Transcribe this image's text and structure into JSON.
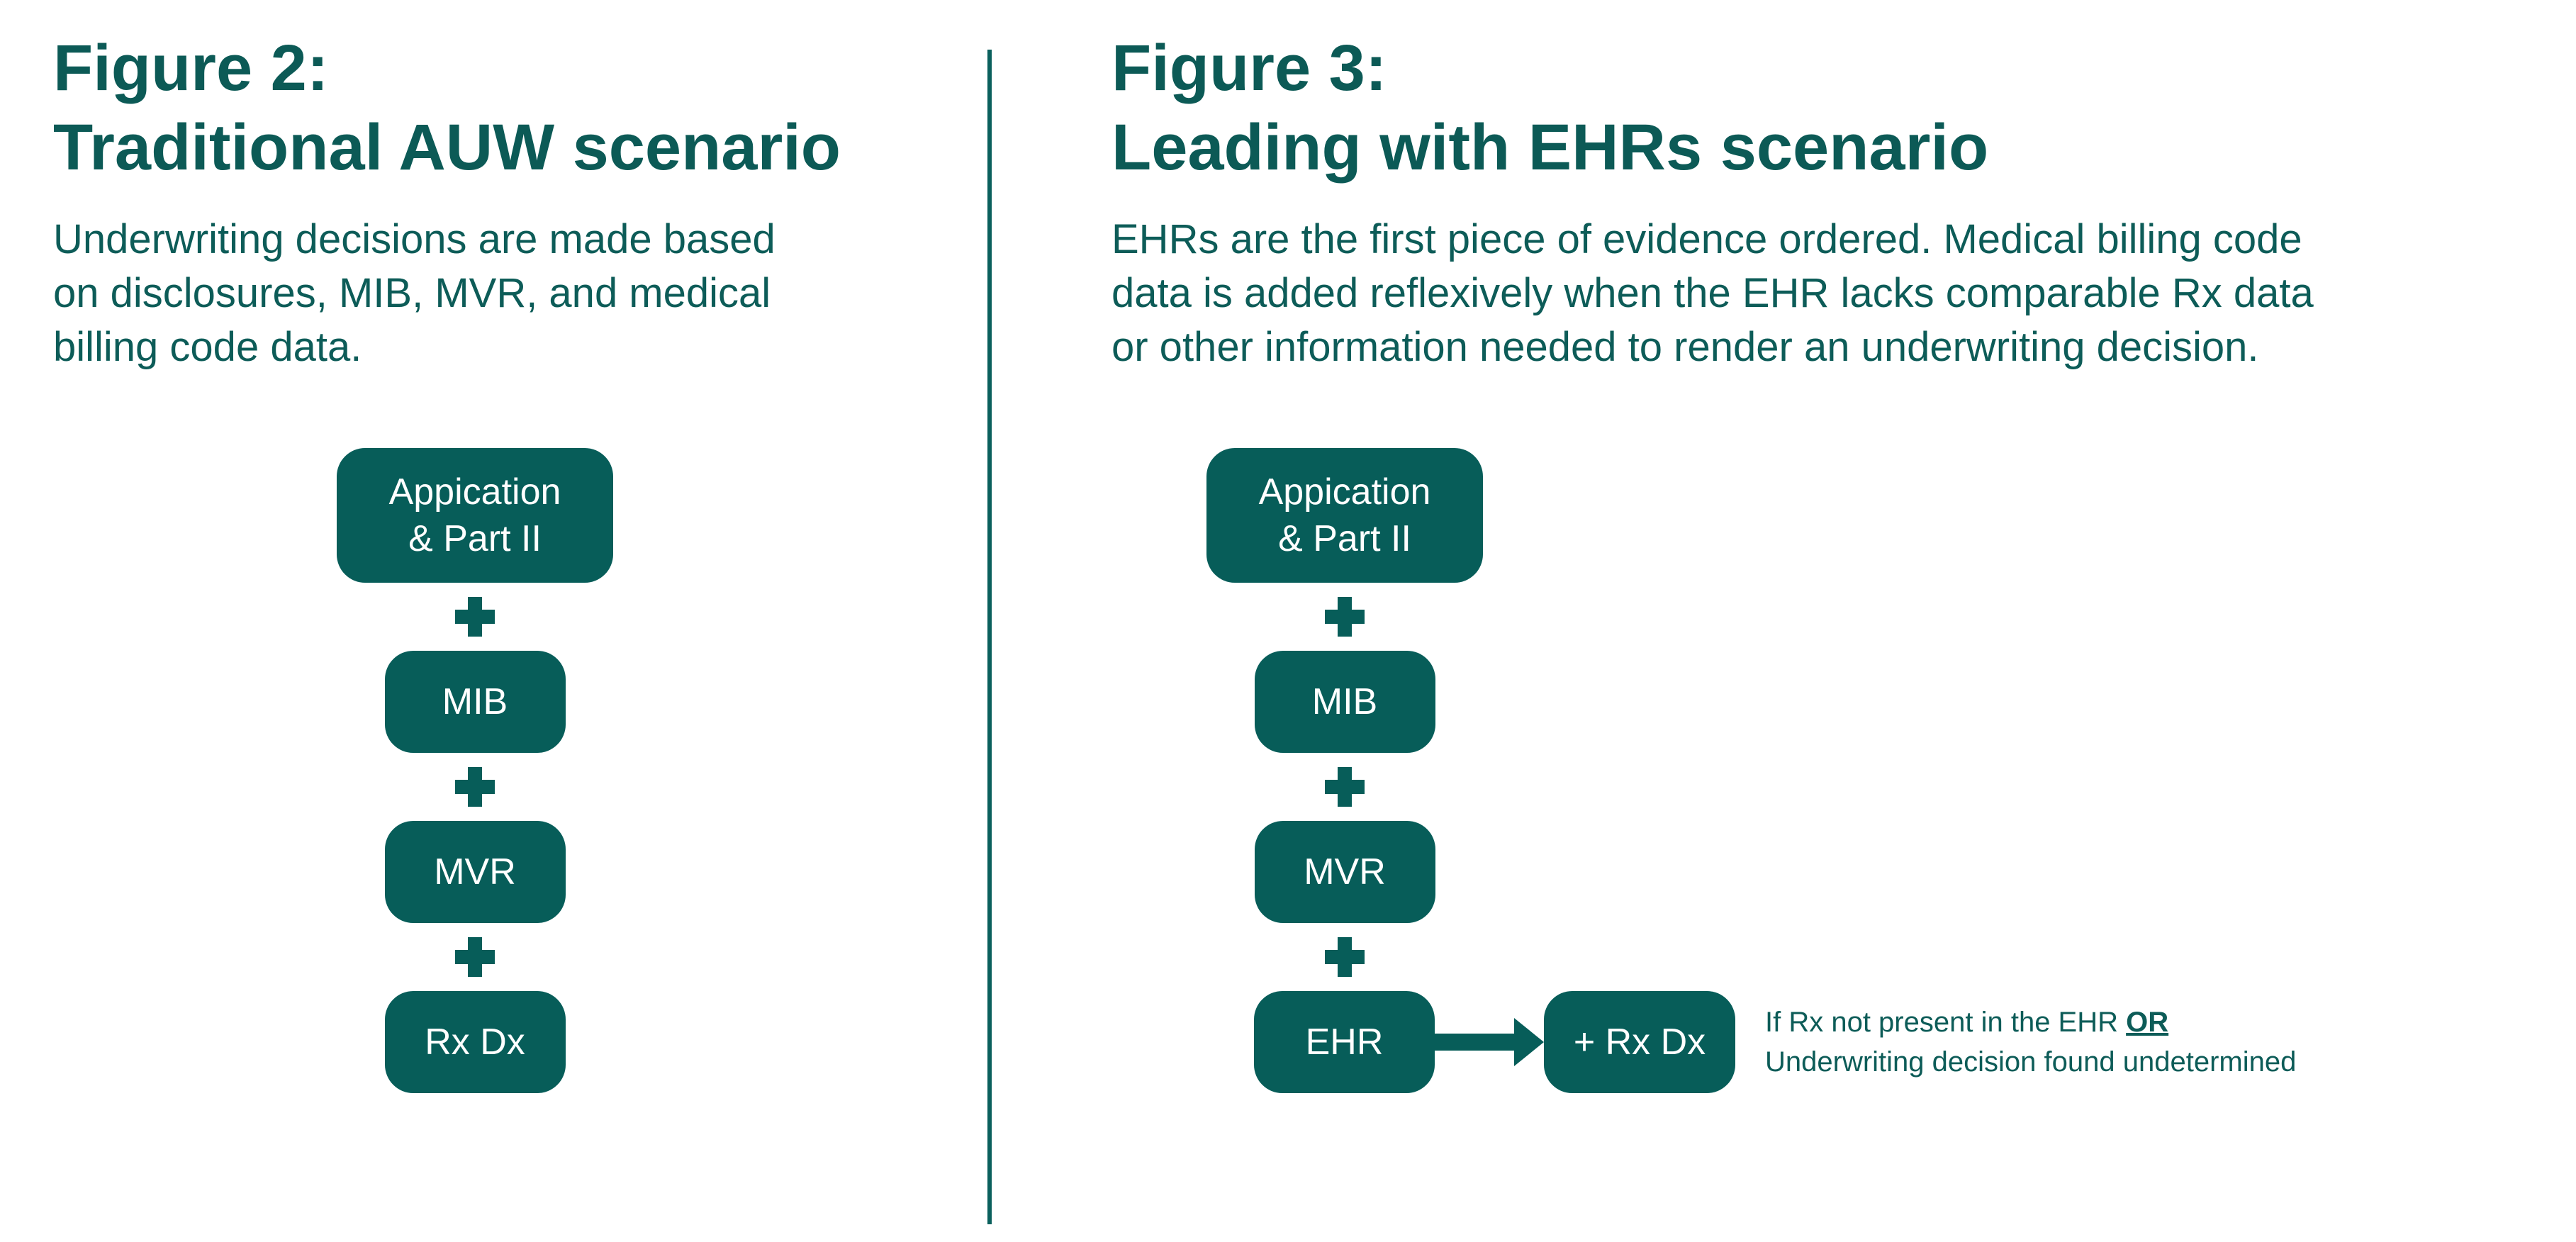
{
  "colors": {
    "teal_fill": "#075d59",
    "teal_text": "#0d5c58",
    "box_label_text": "#ffffff",
    "background": "#ffffff"
  },
  "figure2": {
    "title_line1": "Figure 2:",
    "title_line2": "Traditional AUW scenario",
    "description_lines": [
      "Underwriting decisions are made based",
      "on disclosures, MIB, MVR, and medical",
      "billing code data."
    ],
    "flow": {
      "box_application_line1": "Appication",
      "box_application_line2": "& Part II",
      "box_mib": "MIB",
      "box_mvr": "MVR",
      "box_rxdx": "Rx Dx"
    }
  },
  "figure3": {
    "title_line1": "Figure 3:",
    "title_line2": "Leading with EHRs scenario",
    "description_lines": [
      "EHRs are the first piece of evidence ordered. Medical billing code",
      "data is added reflexively when the EHR lacks comparable Rx data",
      "or other information needed to render an underwriting decision."
    ],
    "flow": {
      "box_application_line1": "Appication",
      "box_application_line2": "& Part II",
      "box_mib": "MIB",
      "box_mvr": "MVR",
      "box_ehr": "EHR",
      "box_plus_rxdx": "+ Rx Dx"
    },
    "annotation": {
      "line1_prefix": "If Rx not present in the EHR ",
      "line1_emphasis": "OR",
      "line2": "Underwriting decision found undetermined"
    }
  }
}
